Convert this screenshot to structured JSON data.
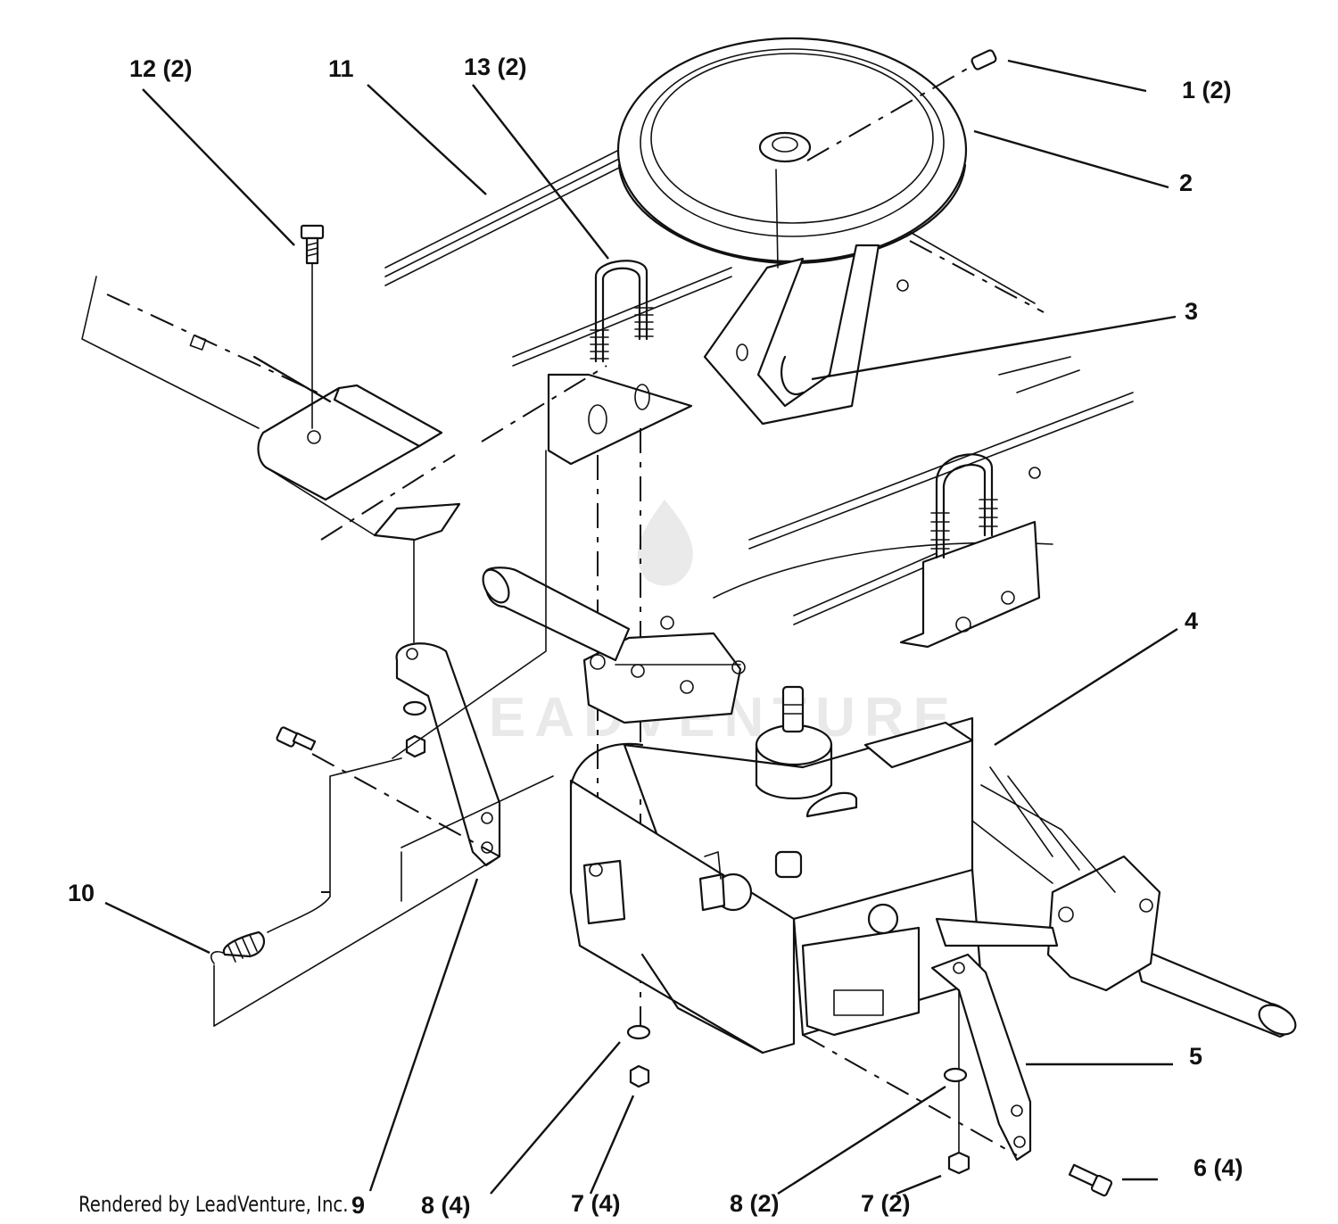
{
  "callouts": {
    "c1": "1 (2)",
    "c2": "2",
    "c3": "3",
    "c4": "4",
    "c5": "5",
    "c6": "6 (4)",
    "c7a": "7 (2)",
    "c7b": "7 (4)",
    "c8a": "8 (2)",
    "c8b": "8 (4)",
    "c9": "9",
    "c10": "10",
    "c11": "11",
    "c12": "12 (2)",
    "c13": "13 (2)"
  },
  "credit": "Rendered by LeadVenture, Inc.",
  "watermark": "LEADVENTURE"
}
